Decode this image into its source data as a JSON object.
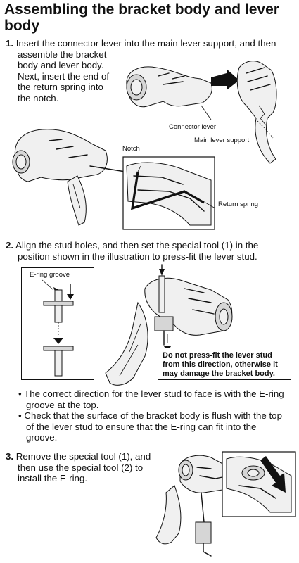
{
  "page_title": "Assembling the bracket body and lever body",
  "steps": [
    {
      "number": "1.",
      "lines": [
        "Insert the connector lever into the main lever support, and then",
        "assemble the bracket",
        "body and lever body.",
        "Next, insert the end of",
        "the return spring into",
        "the notch."
      ]
    },
    {
      "number": "2.",
      "lines": [
        "Align the stud holes, and then set the special tool (1) in the",
        "position shown in the illustration to press-fit the lever stud."
      ]
    },
    {
      "number": "3.",
      "lines": [
        "Remove the special tool (1), and",
        "then use the special tool (2) to",
        "install the E-ring."
      ]
    }
  ],
  "labels": {
    "connector_lever": "Connector lever",
    "main_lever_support": "Main lever support",
    "notch": "Notch",
    "return_spring": "Return spring",
    "e_ring_groove": "E-ring groove"
  },
  "warning": {
    "lines": [
      "Do not press-fit the lever stud",
      "from this direction, otherwise it",
      "may damage the bracket body."
    ]
  },
  "notes": [
    {
      "lines": [
        "The correct direction for the lever stud to face is with the E-ring",
        "groove at the top."
      ]
    },
    {
      "lines": [
        "Check that the surface of the bracket body is flush with the top",
        "of the lever stud to ensure that the E-ring can fit into the",
        "groove."
      ]
    }
  ],
  "bullet_symbol": "•",
  "icons": [
    "direction-arrow-icon",
    "e-ring-tool-icon",
    "bracket-illustration"
  ]
}
